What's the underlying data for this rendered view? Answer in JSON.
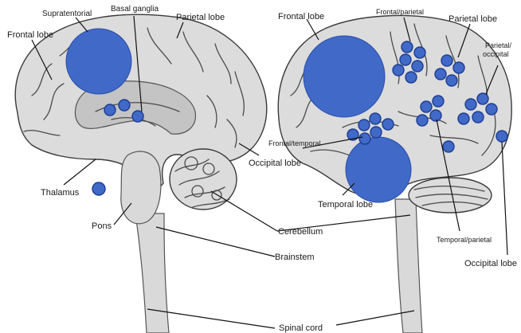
{
  "colors": {
    "marker": "#4169c8",
    "marker_stroke": "#1d3d8f",
    "brain_fill": "#dcdcdc"
  },
  "labels": {
    "supratentorial": "Supratentorial",
    "basal_ganglia": "Basal ganglia",
    "parietal_lobe_left": "Parietal lobe",
    "frontal_lobe_left": "Frontal lobe",
    "thalamus": "Thalamus",
    "pons": "Pons",
    "occipital_lobe_left": "Occipital lobe",
    "cerebellum": "Cerebellum",
    "brainstem": "Brainstem",
    "spinal_cord": "Spinal cord",
    "frontal_lobe_right": "Frontal lobe",
    "frontal_parietal": "Frontal/parietal",
    "parietal_lobe_right": "Parietal lobe",
    "parietal_occipital": "Parietal/\noccipital",
    "frontal_temporal": "Frontal/temporal",
    "temporal_lobe": "Temporal lobe",
    "temporal_parietal": "Temporal/parietal",
    "occipital_lobe_right": "Occipital lobe"
  }
}
